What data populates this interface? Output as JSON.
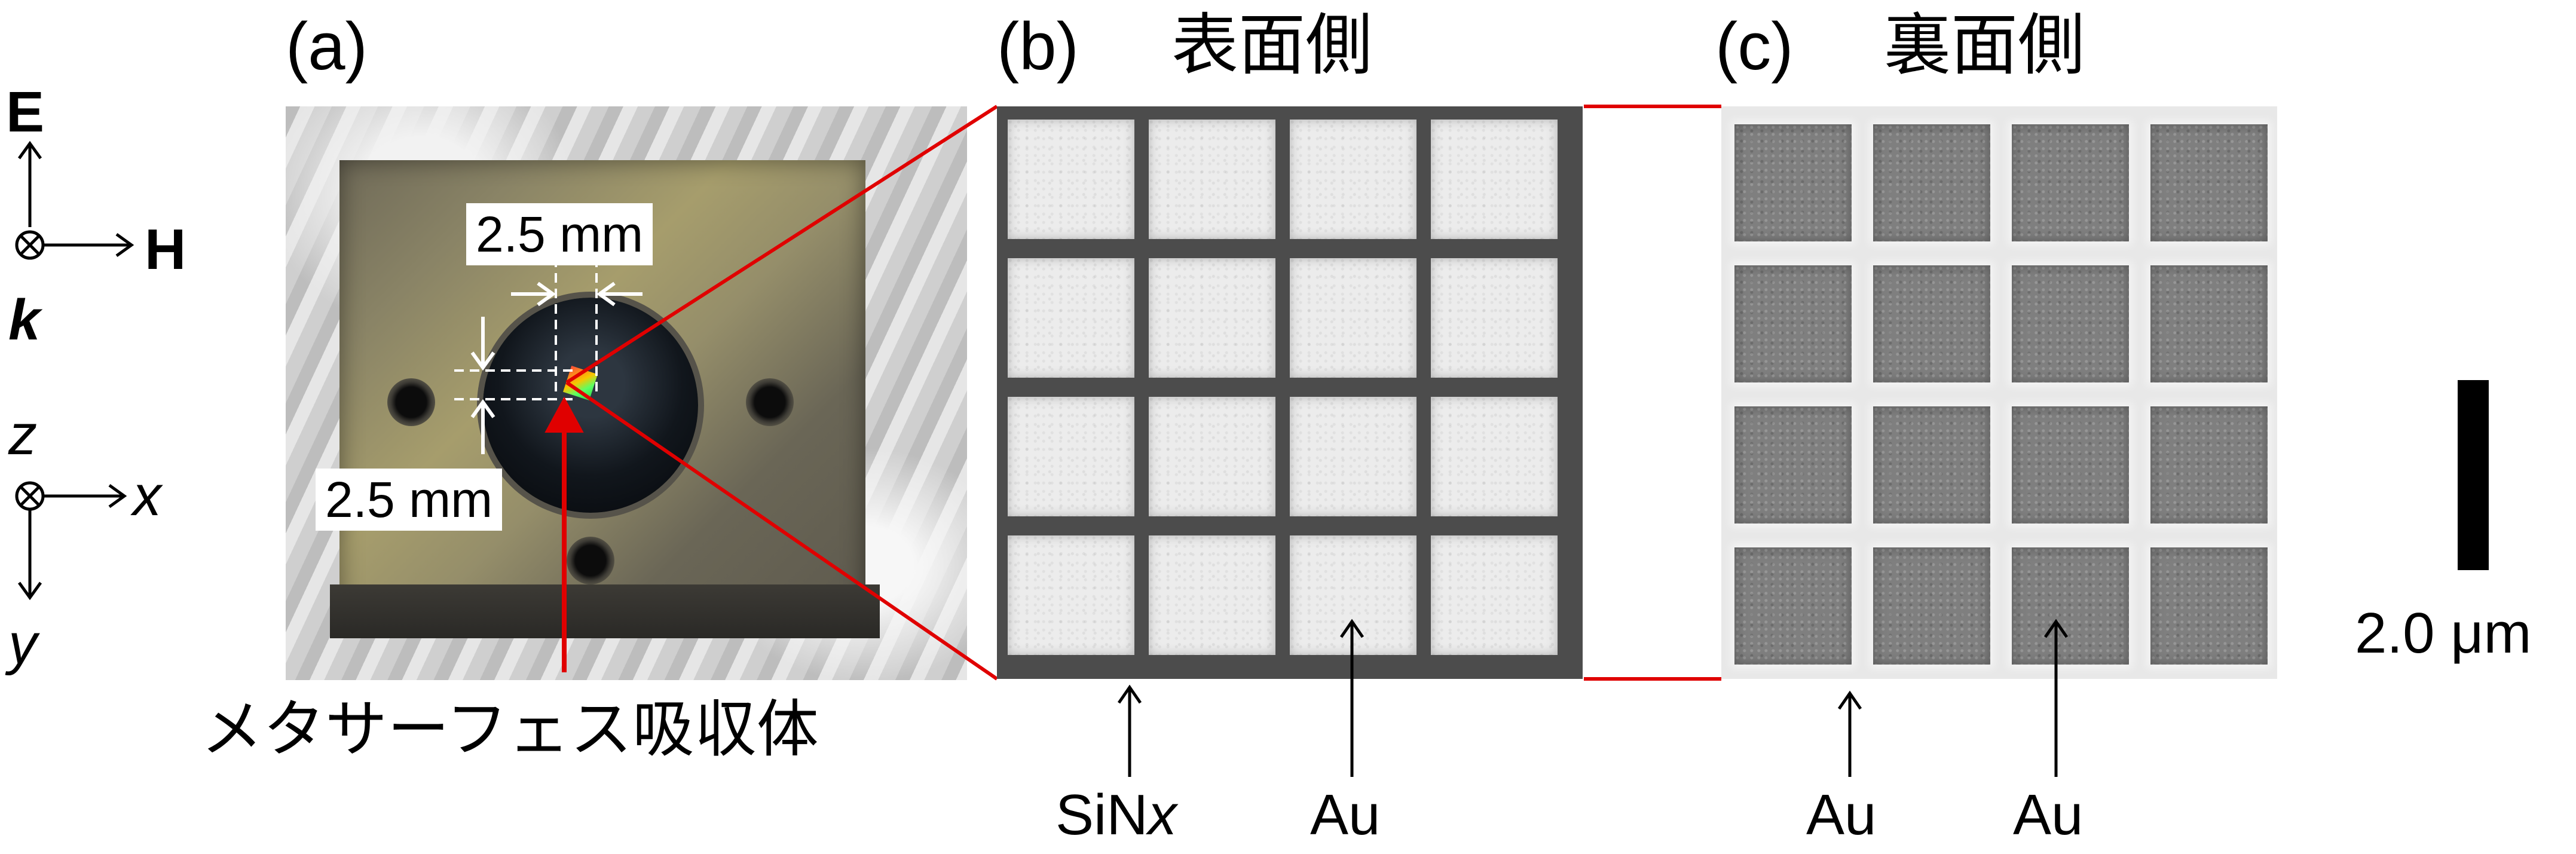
{
  "panels": {
    "a": {
      "label": "(a)"
    },
    "b": {
      "label": "(b)",
      "title": "表面側"
    },
    "c": {
      "label": "(c)",
      "title": "裏面側"
    }
  },
  "field_axes": {
    "e": "E",
    "h": "H",
    "k": "k"
  },
  "coord_axes": {
    "z": "z",
    "x": "x",
    "y": "y"
  },
  "photo": {
    "dim_top": "2.5 mm",
    "dim_left": "2.5 mm",
    "caption": "メタサーフェス吸収体"
  },
  "annotations_b": {
    "sinx_prefix": "SiN",
    "sinx_suffix": "x",
    "au": "Au"
  },
  "annotations_c": {
    "au_left": "Au",
    "au_right": "Au"
  },
  "scale_bar": {
    "label": "2.0 μm"
  },
  "colors": {
    "zoom_lines": "#e00000",
    "marker_arrow": "#e00000"
  }
}
